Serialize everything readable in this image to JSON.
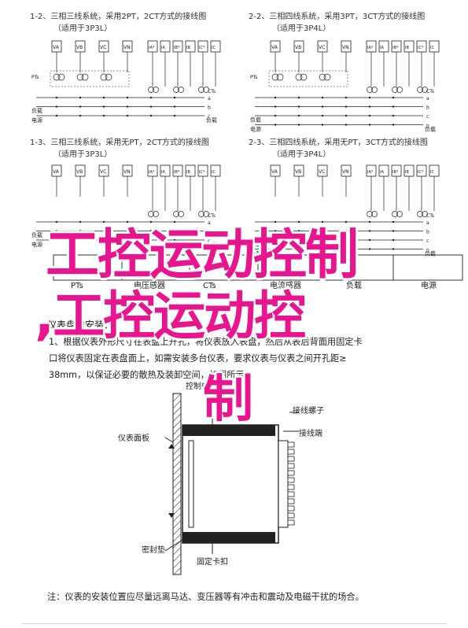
{
  "wiring_diagrams": [
    {
      "caption_line1": "1-2、三相三线系统，采用2PT，2CT方式的接线图",
      "caption_line2": "（适用于3P3L）",
      "voltage_terminals": [
        "VA",
        "VB",
        "VC",
        "VN"
      ],
      "current_terminals": [
        "IA*",
        "IA",
        "IB*",
        "IB",
        "IC*",
        "IC"
      ],
      "pt_label": "PTs",
      "ct_label": "CTs",
      "side_labels": [
        "负载",
        "电源"
      ],
      "bus_labels": [
        "a",
        "b",
        "c"
      ]
    },
    {
      "caption_line1": "2-2、三相四线系统，采用3PT，3CT方式的接线图",
      "caption_line2": "（适用于3P4L）",
      "voltage_terminals": [
        "VA",
        "VB",
        "VC",
        "VN"
      ],
      "current_terminals": [
        "IA*",
        "IA",
        "IB*",
        "IB",
        "IC*",
        "IC"
      ],
      "pt_label": "PTs",
      "ct_label": "CTs",
      "side_labels": [
        "负载",
        "电源"
      ],
      "bus_labels": [
        "a",
        "b",
        "c",
        "n"
      ]
    },
    {
      "caption_line1": "1-3、三相三线系统，采用无PT，2CT方式的接线图",
      "caption_line2": "（适用于3P3L）",
      "voltage_terminals": [
        "VA",
        "VB",
        "VC",
        "VN"
      ],
      "current_terminals": [
        "IA*",
        "IA",
        "IB*",
        "IB",
        "IC*",
        "IC"
      ],
      "ct_label": "CTs",
      "side_labels": [
        "负载",
        "电源"
      ],
      "bus_labels": [
        "a",
        "b",
        "c"
      ]
    },
    {
      "caption_line1": "2-3、三相四线系统，采用无PT，3CT方式的接线图",
      "caption_line2": "（适用于3P4L）",
      "voltage_terminals": [
        "VA",
        "VB",
        "VC",
        "VN"
      ],
      "current_terminals": [
        "IA*",
        "IA",
        "IB*",
        "IB",
        "IC*",
        "IC"
      ],
      "ct_label": "CTs",
      "side_labels": [
        "负载",
        "电源"
      ],
      "bus_labels": [
        "a",
        "b",
        "c",
        "n"
      ]
    }
  ],
  "legend_table": {
    "cells": [
      "PTs",
      "电压感器",
      "CTs",
      "电流感器",
      "负载",
      "电源"
    ]
  },
  "installation": {
    "heading": "仪表盘的安装：",
    "para_lines": [
      "1、根据仪表外形尺寸在表盘上开孔，将仪表放入表盘，然后从表后背面用固定卡",
      "口将仪表固定在表盘面上，如需安装多台仪表，要求仪表与仪表之间开孔距≥",
      "38mm，以保证必要的散热及装卸空间，如图所示："
    ],
    "labels": {
      "control_cable": "控制电缆",
      "terminal_screw": "接线螺子",
      "panel": "仪表面板",
      "terminal_block": "接线端",
      "gasket": "密封垫",
      "fixing_clip": "固定卡扣"
    },
    "note": "注：仪表的安装位置应尽量远离马达、变压器等有冲击和震动及电磁干扰的场合。"
  },
  "banner": {
    "line1": "工控运动控制",
    "line2": ",工控运动控",
    "line3": "制",
    "color": "#e8158f"
  }
}
